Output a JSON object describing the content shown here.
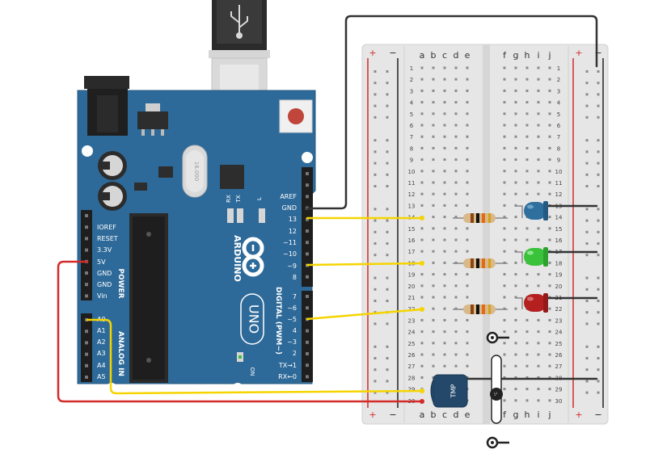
{
  "arduino": {
    "logo": "ARDUINO",
    "model": "UNO",
    "digital_label": "DIGITAL (PWM~)",
    "power_label": "POWER",
    "analog_label": "ANALOG IN",
    "on_label": "ON",
    "crystal_label": "16.000",
    "led_labels": [
      "RX",
      "TX",
      "L"
    ],
    "digital_pins_top": [
      "AREF",
      "GND",
      "13",
      "12",
      "~11",
      "~10",
      "~9",
      "8"
    ],
    "digital_pins_bottom": [
      "7",
      "~6",
      "~5",
      "4",
      "~3",
      "2",
      "TX→1",
      "RX←0"
    ],
    "power_pins": [
      "IOREF",
      "RESET",
      "3.3V",
      "5V",
      "GND",
      "GND",
      "Vin"
    ],
    "analog_pins": [
      "A0",
      "A1",
      "A2",
      "A3",
      "A4",
      "A5"
    ]
  },
  "breadboard": {
    "columns_left": [
      "a",
      "b",
      "c",
      "d",
      "e"
    ],
    "columns_right": [
      "f",
      "g",
      "h",
      "i",
      "j"
    ],
    "rails": [
      "+",
      "−"
    ],
    "rows": 30
  },
  "components": {
    "sensor_label": "TMP",
    "led_colors": [
      "#2e6f9e",
      "#3bc23b",
      "#b3201f"
    ],
    "resistor_bands": [
      "#8b4513",
      "#111111",
      "#e06a1a",
      "#d4a017"
    ]
  },
  "colors": {
    "board": "#2e6a99",
    "wire_yellow": "#f5d400",
    "wire_red": "#d42a2a",
    "wire_black": "#333333"
  }
}
